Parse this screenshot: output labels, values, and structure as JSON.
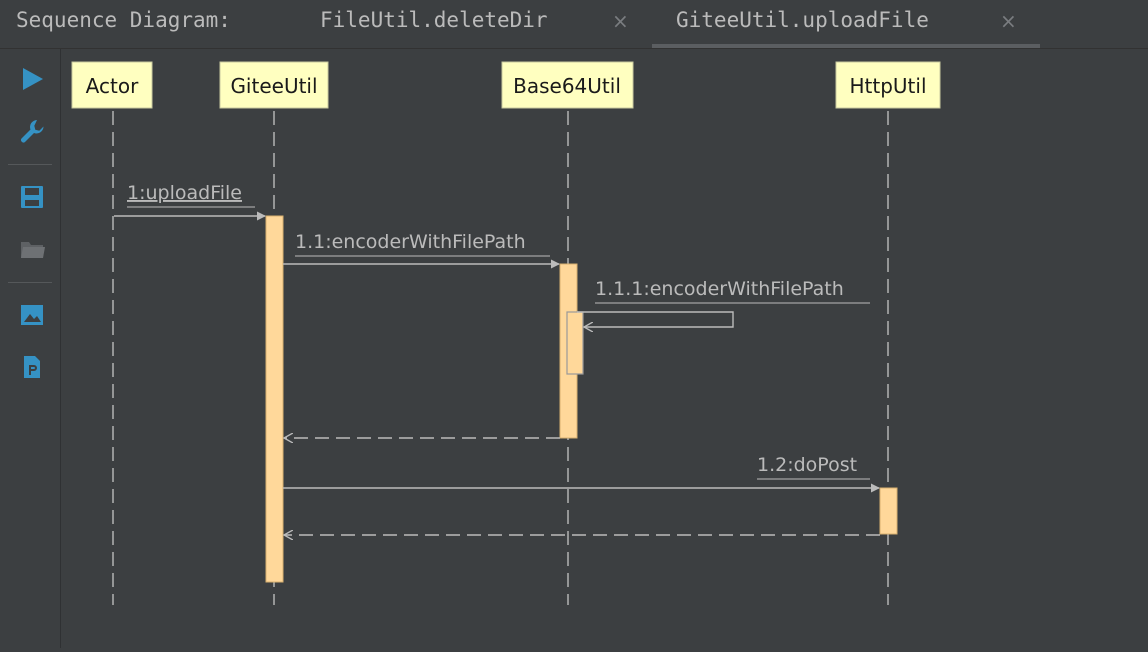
{
  "header": {
    "title": "Sequence Diagram:",
    "tabs": [
      {
        "label": "FileUtil.deleteDir",
        "active": false
      },
      {
        "label": "GiteeUtil.uploadFile",
        "active": true
      }
    ],
    "close_glyph": "×"
  },
  "toolbar": {
    "buttons": [
      {
        "name": "play-icon"
      },
      {
        "name": "wrench-icon"
      },
      {
        "name": "save-icon"
      },
      {
        "name": "folder-icon"
      },
      {
        "name": "image-icon"
      },
      {
        "name": "plantuml-file-icon"
      }
    ]
  },
  "diagram": {
    "participants": [
      "Actor",
      "GiteeUtil",
      "Base64Util",
      "HttpUtil"
    ],
    "messages": [
      {
        "label": "1:uploadFile",
        "from": "Actor",
        "to": "GiteeUtil",
        "kind": "call"
      },
      {
        "label": "1.1:encoderWithFilePath",
        "from": "GiteeUtil",
        "to": "Base64Util",
        "kind": "call"
      },
      {
        "label": "1.1.1:encoderWithFilePath",
        "from": "Base64Util",
        "to": "Base64Util",
        "kind": "self"
      },
      {
        "label": "",
        "from": "Base64Util",
        "to": "GiteeUtil",
        "kind": "return"
      },
      {
        "label": "1.2:doPost",
        "from": "GiteeUtil",
        "to": "HttpUtil",
        "kind": "call"
      },
      {
        "label": "",
        "from": "HttpUtil",
        "to": "GiteeUtil",
        "kind": "return"
      }
    ]
  },
  "colors": {
    "participant_fill": "#ffffc0",
    "activation_fill": "#ffd89a",
    "line": "#bbbbbb",
    "accent": "#3592c4"
  }
}
